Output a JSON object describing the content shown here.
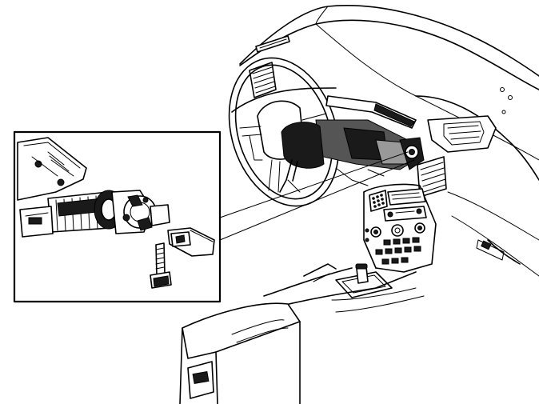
{
  "figure": {
    "kind": "line-drawing",
    "parts": [
      "dashboard",
      "steering-wheel",
      "steering-column-module",
      "center-console",
      "gear-selector",
      "inset-detail",
      "universal-joint",
      "bolt"
    ]
  },
  "colors": {
    "line": "#000000",
    "background": "#ffffff",
    "shading": "#1a1a1a"
  }
}
